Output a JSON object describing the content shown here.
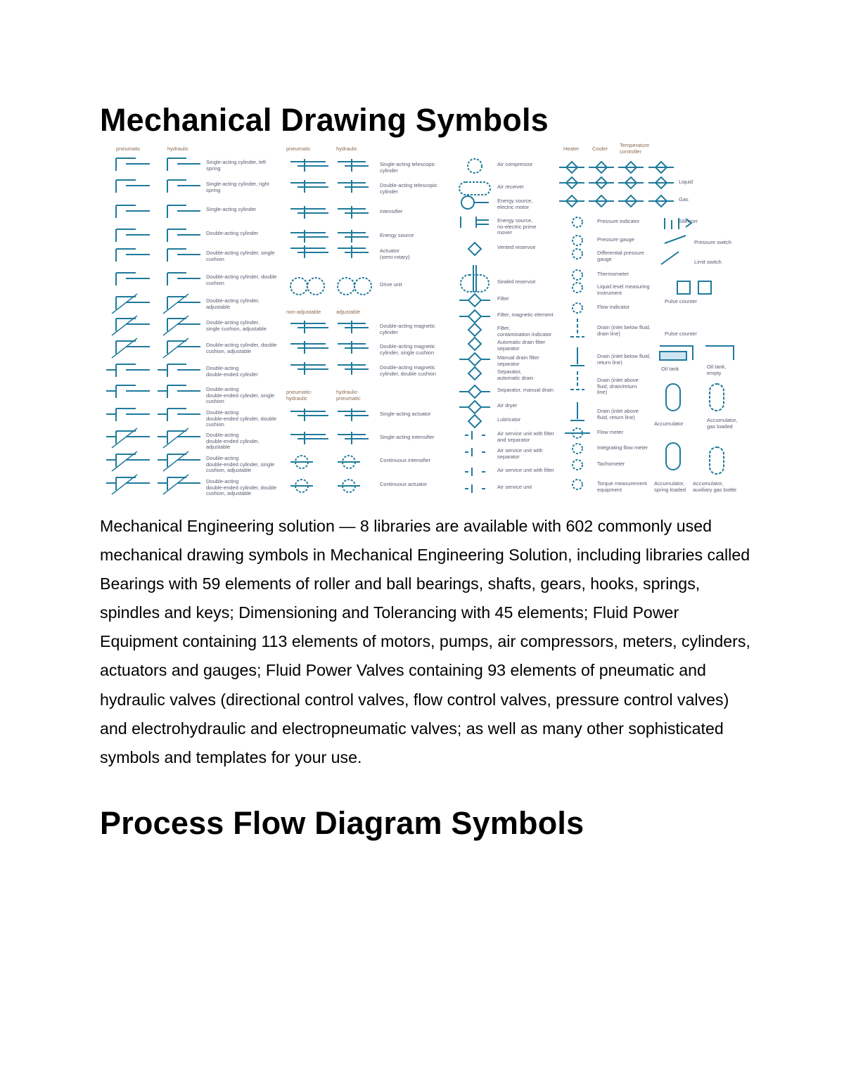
{
  "headings": {
    "mechanical": "Mechanical Drawing Symbols",
    "process_flow": "Process Flow Diagram Symbols"
  },
  "paragraph": "Mechanical Engineering solution — 8 libraries are available with 602 commonly used mechanical drawing symbols in Mechanical Engineering Solution, including libraries called Bearings with 59 elements of roller and ball bearings, shafts, gears, hooks, springs, spindles and keys; Dimensioning and Tolerancing with 45 elements; Fluid Power Equipment containing 113 elements of motors, pumps, air compressors, meters, cylinders, actuators and gauges; Fluid Power Valves containing 93 elements of pneumatic and hydraulic valves (directional control valves, flow control valves, pressure control valves) and electrohydraulic and electropneumatic valves; as well as many other sophisticated symbols and templates for your use.",
  "figure": {
    "symbol_color": "#1f7a9c",
    "headers": [
      "pneumatic",
      "hydraulic",
      "pneumatic",
      "hydraulic",
      "non-adjustable",
      "adjustable",
      "pneumatic-\nhydraulic",
      "hydraulic-\npneumatic",
      "Heater",
      "Cooler",
      "Temperature\ncontroller"
    ],
    "col1": [
      "Single-acting cylinder, left\nspring",
      "Single-acting cylinder, right\nspring",
      "Single-acting cylinder",
      "Double-acting cylinder",
      "Double-acting cylinder, single\ncushion",
      "Double-acting cylinder, double\ncushion",
      "Double-acting cylinder,\nadjustable",
      "Double-acting cylinder,\nsingle cushion, adjustable",
      "Double-acting cylinder, double\ncushion, adjustable",
      "Double-acting\ndouble-ended cylinder",
      "Double-acting\ndouble-ended cylinder, single\ncushion",
      "Double-acting\ndouble-ended cylinder, double\ncushion",
      "Double-acting\ndouble-ended cylinder,\nadjustable",
      "Double-acting\ndouble-ended cylinder, single\ncushion, adjustable",
      "Double-acting\ndouble-ended cylinder, double\ncushion, adjustable"
    ],
    "col2": [
      "Single-acting telescopic\ncylinder",
      "Double-acting telescopic\ncylinder",
      "Intensifier",
      "Energy source",
      "Actuator\n(semi-rotary)",
      "Drive unit",
      "Double-acting magnetic\ncylinder",
      "Double-acting magnetic\ncylinder, single cushion",
      "Double-acting magnetic\ncylinder, double cushion",
      "Single-acting actuator",
      "Single-acting intensifier",
      "Continuous intensifier",
      "Continuous actuator"
    ],
    "col3": [
      "Air compressor",
      "Air receiver",
      "Energy source,\nelectric motor",
      "Energy source,\nno-electric prime\nmover",
      "Vented reservoir",
      "Sealed reservoir",
      "Filter",
      "Filter, magnetic element",
      "Filter,\ncontamination indicator",
      "Automatic drain filter\nseparator",
      "Manual drain filter\nseparator",
      "Separator,\nautomatic drain",
      "Separator, manual drain",
      "Air dryer",
      "Lubricator",
      "Air service unit with filter\nand separator",
      "Air service unit with\nseparator",
      "Air service unit with filter",
      "Air service unit"
    ],
    "col4": [
      "Pressure indicator",
      "Pressure gauge",
      "Differential pressure\ngauge",
      "Thermometer",
      "Liquid level measuring\ninstrument",
      "Flow indicator",
      "Drain (inlet below fluid,\ndrain line)",
      "Drain (inlet below fluid,\nreturn line)",
      "Drain (inlet above\nfluid, drain/return\nline)",
      "Drain (inlet above\nfluid, return line)",
      "Flow meter",
      "Integrating flow meter",
      "Tachometer",
      "Torque measurement\nequipment"
    ],
    "col5": [
      "Liquid",
      "Gas",
      "Silencer",
      "Pressure switch",
      "Limit switch",
      "Pulse counter",
      "Pulse counter",
      "Oil tank",
      "Oil tank,\nempty",
      "Accumulator",
      "Accumulator,\ngas loaded",
      "Accumulator,\nspring loaded",
      "Accumulator,\nauxiliary gas bottle"
    ]
  }
}
